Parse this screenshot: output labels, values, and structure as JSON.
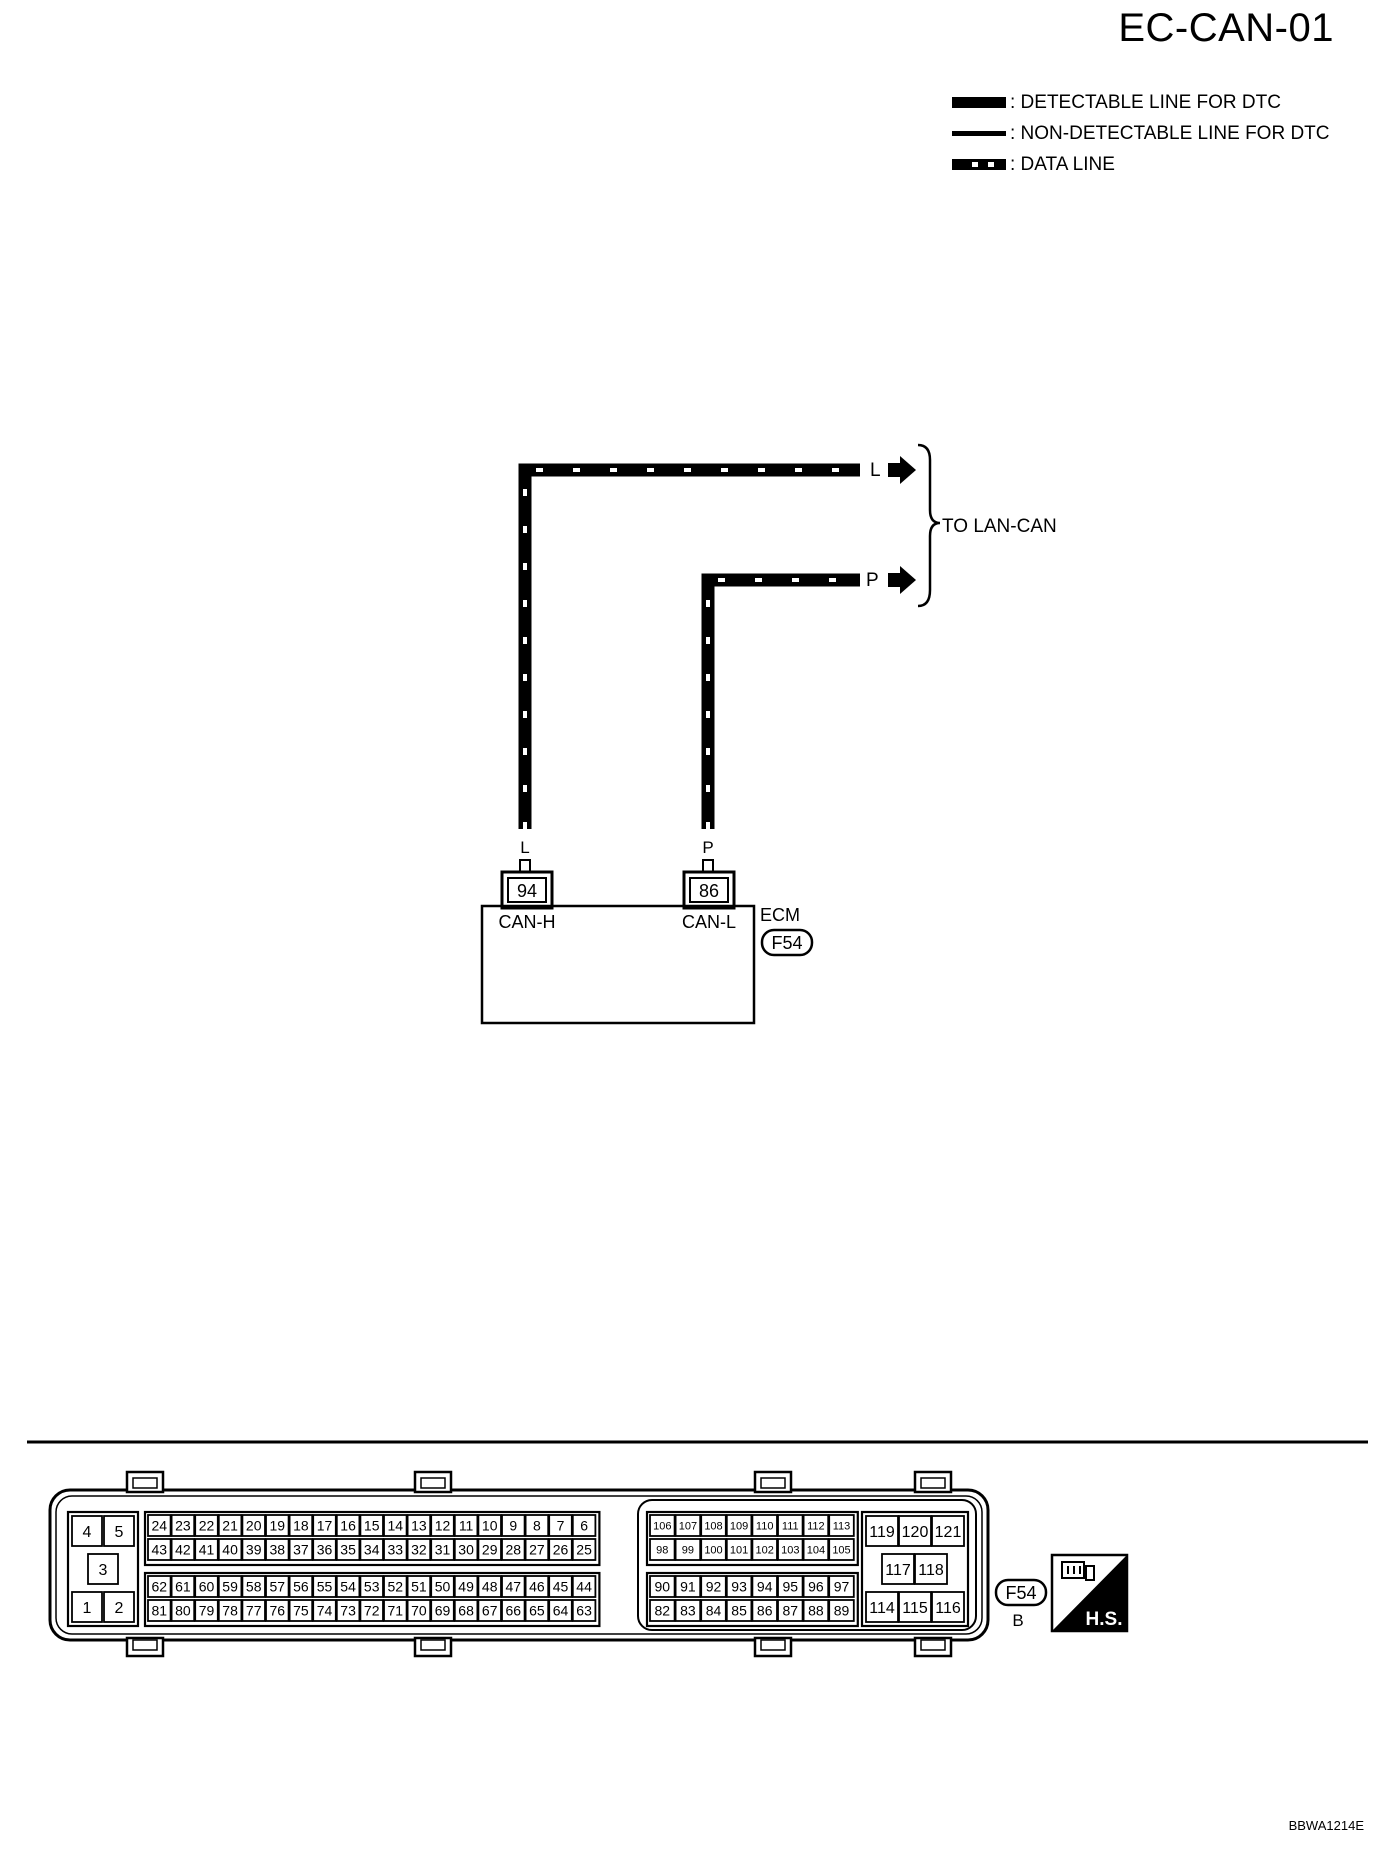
{
  "page": {
    "title": "EC-CAN-01",
    "code": "BBWA1214E"
  },
  "legend": [
    {
      "label": ": DETECTABLE LINE FOR DTC",
      "style": "thick"
    },
    {
      "label": ": NON-DETECTABLE LINE FOR DTC",
      "style": "thin"
    },
    {
      "label": ": DATA LINE",
      "style": "dashed"
    }
  ],
  "wiring": {
    "destination_label": "TO LAN-CAN",
    "wires": [
      {
        "color_code": "L",
        "pin": "94",
        "signal": "CAN-H"
      },
      {
        "color_code": "P",
        "pin": "86",
        "signal": "CAN-L"
      }
    ],
    "unit": {
      "name": "ECM",
      "connector_id": "F54"
    }
  },
  "connector_view": {
    "connector_id": "F54",
    "color": "B",
    "badge_label": "H.S.",
    "block1": {
      "top_row": [
        "4",
        "5"
      ],
      "middle": [
        "3"
      ],
      "bottom_row": [
        "1",
        "2"
      ]
    },
    "block2": {
      "row1": [
        "24",
        "23",
        "22",
        "21",
        "20",
        "19",
        "18",
        "17",
        "16",
        "15",
        "14",
        "13",
        "12",
        "11",
        "10",
        "9",
        "8",
        "7",
        "6"
      ],
      "row2": [
        "43",
        "42",
        "41",
        "40",
        "39",
        "38",
        "37",
        "36",
        "35",
        "34",
        "33",
        "32",
        "31",
        "30",
        "29",
        "28",
        "27",
        "26",
        "25"
      ],
      "row3": [
        "62",
        "61",
        "60",
        "59",
        "58",
        "57",
        "56",
        "55",
        "54",
        "53",
        "52",
        "51",
        "50",
        "49",
        "48",
        "47",
        "46",
        "45",
        "44"
      ],
      "row4": [
        "81",
        "80",
        "79",
        "78",
        "77",
        "76",
        "75",
        "74",
        "73",
        "72",
        "71",
        "70",
        "69",
        "68",
        "67",
        "66",
        "65",
        "64",
        "63"
      ]
    },
    "block3": {
      "row1": [
        "106",
        "107",
        "108",
        "109",
        "110",
        "111",
        "112",
        "113"
      ],
      "row2": [
        "98",
        "99",
        "100",
        "101",
        "102",
        "103",
        "104",
        "105"
      ],
      "row3": [
        "90",
        "91",
        "92",
        "93",
        "94",
        "95",
        "96",
        "97"
      ],
      "row4": [
        "82",
        "83",
        "84",
        "85",
        "86",
        "87",
        "88",
        "89"
      ]
    },
    "block4": {
      "top": [
        "119",
        "120",
        "121"
      ],
      "middle": [
        "117",
        "118"
      ],
      "bottom": [
        "114",
        "115",
        "116"
      ]
    }
  },
  "colors": {
    "ink": "#000000",
    "paper": "#ffffff"
  }
}
